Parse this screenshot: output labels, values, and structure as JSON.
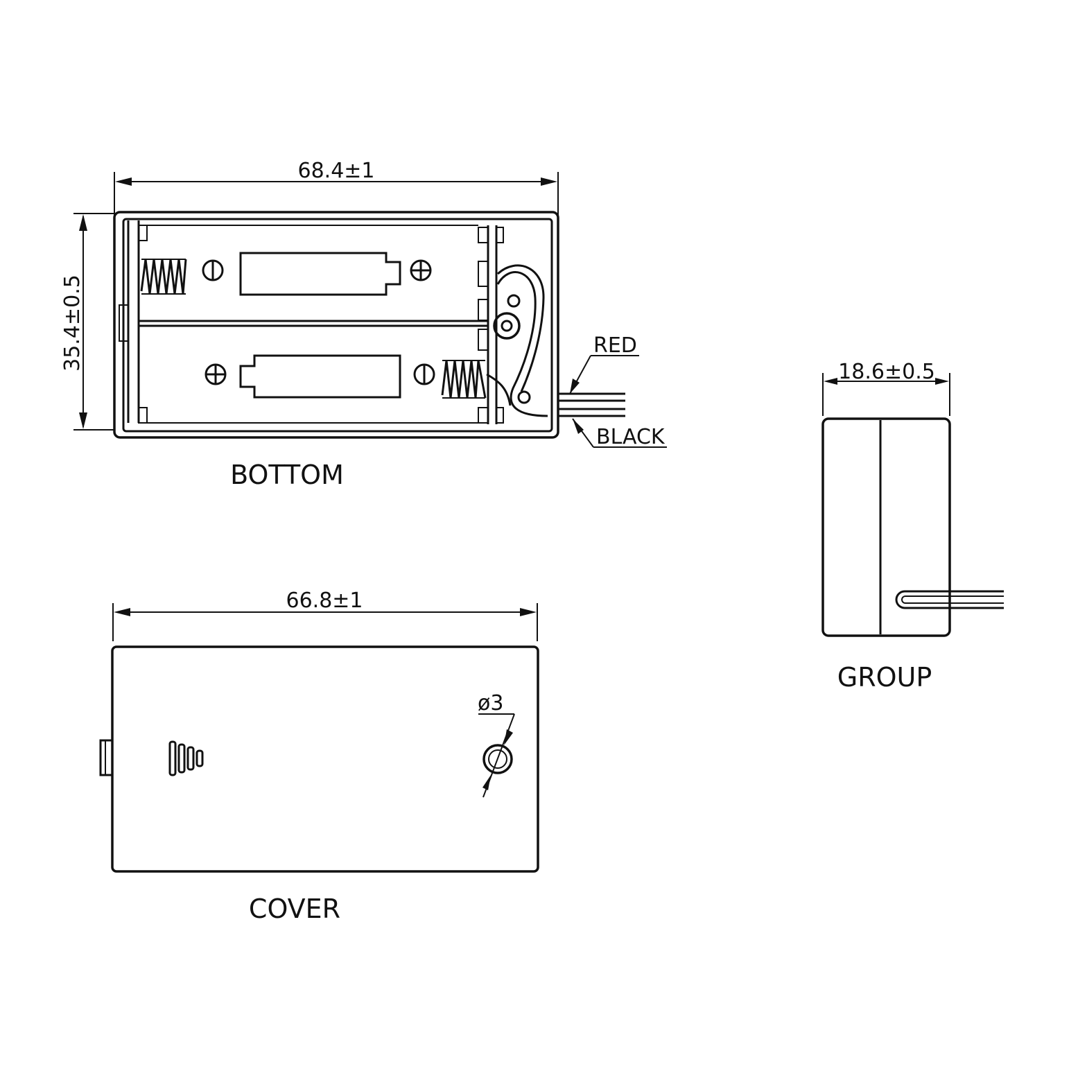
{
  "bottom_view": {
    "label": "BOTTOM",
    "width_dim": "68.4±1",
    "height_dim": "35.4±0.5",
    "wire_red": "RED",
    "wire_black": "BLACK"
  },
  "cover_view": {
    "label": "COVER",
    "width_dim": "66.8±1",
    "hole_dim": "ø3"
  },
  "group_view": {
    "label": "GROUP",
    "width_dim": "18.6±0.5"
  }
}
